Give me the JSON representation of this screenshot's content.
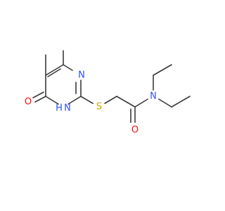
{
  "molecule": {
    "atoms": [
      {
        "id": "N1",
        "label": "N",
        "color": "#3050f8"
      },
      {
        "id": "N2",
        "label": "N",
        "color": "#3050f8"
      },
      {
        "id": "H1",
        "label": "H",
        "color": "#3050f8"
      },
      {
        "id": "O1",
        "label": "O",
        "color": "#ff0d0d"
      },
      {
        "id": "S1",
        "label": "S",
        "color": "#c8a800"
      },
      {
        "id": "O2",
        "label": "O",
        "color": "#ff0d0d"
      },
      {
        "id": "N3",
        "label": "N",
        "color": "#3050f8"
      }
    ]
  },
  "colors": {
    "bond": "#3a3a3a",
    "nitrogen": "#3050f8",
    "oxygen": "#ff0d0d",
    "sulfur": "#c8a800",
    "background": "#ffffff"
  }
}
